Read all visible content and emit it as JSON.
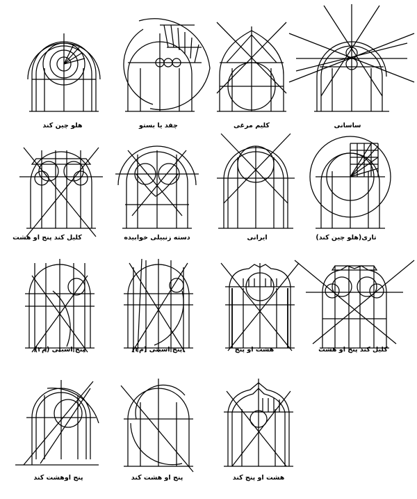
{
  "panels": [
    {
      "label": "هلو چین کند",
      "kind": "kond"
    },
    {
      "label": "چفد یا بستو",
      "kind": "bastu"
    },
    {
      "label": "کلیم مرغی",
      "kind": "morghi"
    },
    {
      "label": "ساسانی",
      "kind": "sasani"
    },
    {
      "label": "کلیل کند پنج او هشت",
      "kind": "kalil"
    },
    {
      "label": "دسته زنبیلی خوابیده",
      "kind": "zanbili"
    },
    {
      "label": "ایرانی",
      "kind": "irani"
    },
    {
      "label": "تاری(هلو چین کند)",
      "kind": "tari"
    },
    {
      "label": "پنج اسبتی (م۲)",
      "kind": "panj_asbati_1"
    },
    {
      "label": "پنج اسبتی (م۲)",
      "kind": "panj_asbati_2"
    },
    {
      "label": "هشت او پنج",
      "kind": "hasht_panj"
    },
    {
      "label": "کلیل کند پنج او هشت",
      "kind": "kalil_2"
    },
    {
      "label": "پنج اوهشت کند",
      "kind": "panj_hasht_kond"
    },
    {
      "label": "پنج او هشت کند",
      "kind": "panj_hasht_kond_2"
    },
    {
      "label": "هشت او پنج کند",
      "kind": "hasht_panj_kond"
    }
  ]
}
